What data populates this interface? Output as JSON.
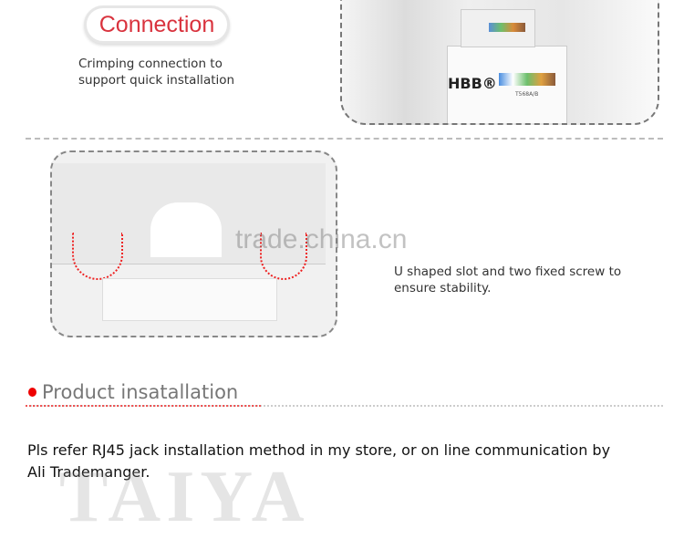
{
  "connection": {
    "badge": "Connection",
    "description_line1": "Crimping connection to",
    "description_line2": "support quick installation",
    "product_label": "HBB®",
    "product_code": "T568A/B"
  },
  "slot": {
    "description_line1": "U shaped slot and two fixed screw to",
    "description_line2": "ensure stability."
  },
  "watermark": {
    "site": "trade.china.cn",
    "brand": "TAIYA"
  },
  "installation": {
    "heading": "Product insatallation",
    "paragraph_line1": "Pls refer RJ45 jack installation method in my store, or on line communication by",
    "paragraph_line2": "Ali Trademanger."
  },
  "colors": {
    "accent": "#d9333e",
    "dot": "#ee0000"
  }
}
